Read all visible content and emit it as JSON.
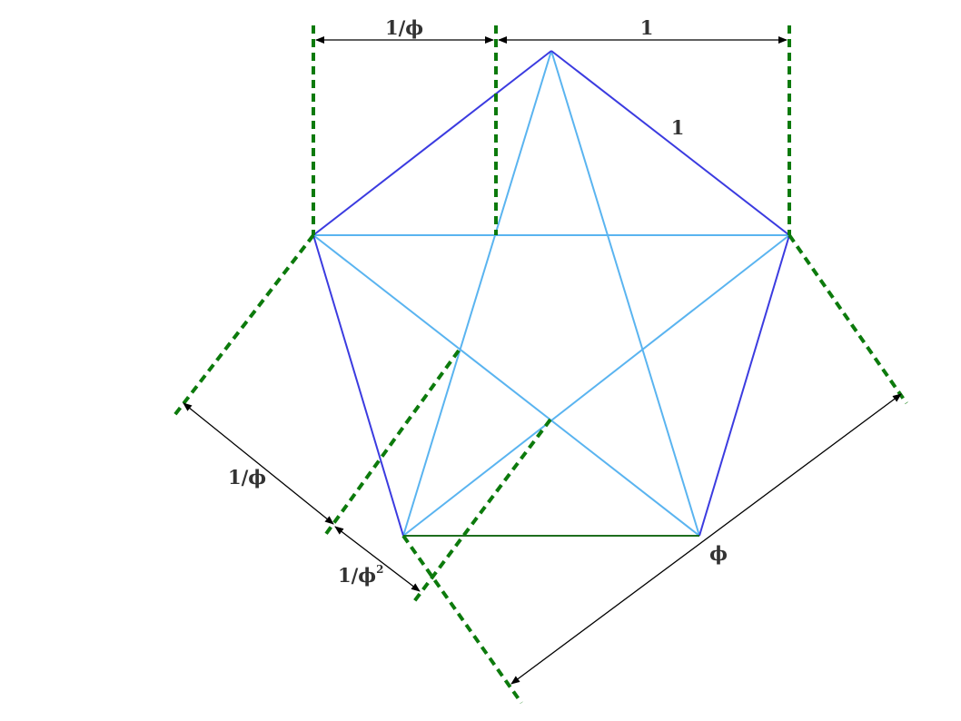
{
  "colors": {
    "pentagon_edge": "#3b3be0",
    "pentagon_bottom_edge": "#1e6e1e",
    "diagonal": "#5ab4f0",
    "guide_dashed": "#0c7a0c",
    "dimension_line": "#000000",
    "label_text": "#333333"
  },
  "labels": {
    "top_left": "1/ϕ",
    "top_right": "1",
    "side": "1",
    "left_upper": "1/ϕ",
    "left_lower_base": "1/ϕ",
    "left_lower_sup": "2",
    "right": "ϕ"
  }
}
